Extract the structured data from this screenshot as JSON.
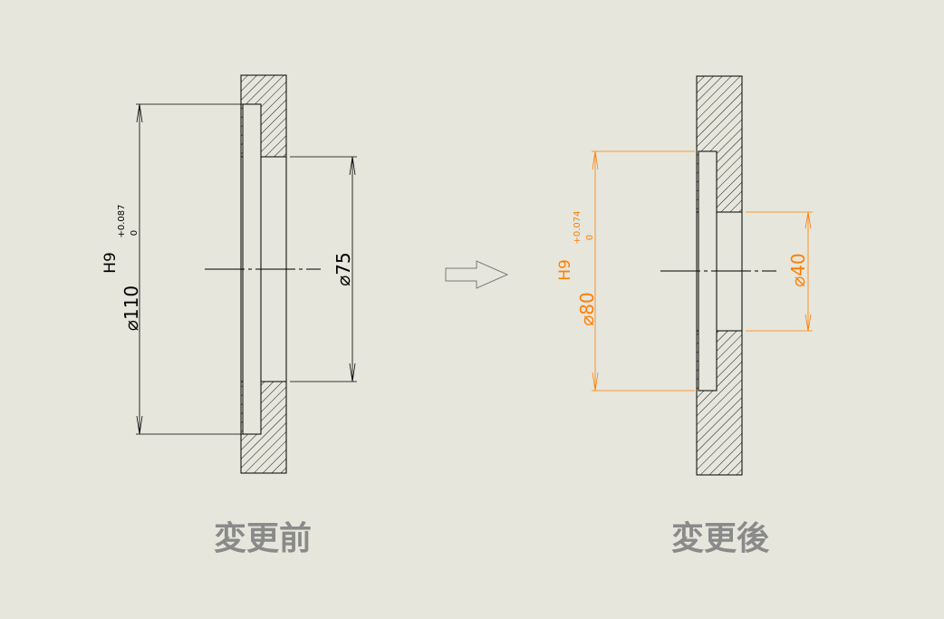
{
  "colors": {
    "background": "#e6e6dc",
    "line": "#000000",
    "changed": "#ff7f00",
    "caption": "#8a8a8a",
    "arrow": "#7a7a7a"
  },
  "before": {
    "caption": "変更前",
    "outer_diameter": {
      "symbol": "⌀",
      "value": "110",
      "fit": "H9",
      "tol_upper": "+0.087",
      "tol_lower": "0"
    },
    "inner_diameter": {
      "symbol": "⌀",
      "value": "75"
    }
  },
  "after": {
    "caption": "変更後",
    "outer_diameter": {
      "symbol": "⌀",
      "value": "80",
      "fit": "H9",
      "tol_upper": "+0.074",
      "tol_lower": "0"
    },
    "inner_diameter": {
      "symbol": "⌀",
      "value": "40"
    }
  },
  "arrow_icon": "right-arrow-outline-icon"
}
